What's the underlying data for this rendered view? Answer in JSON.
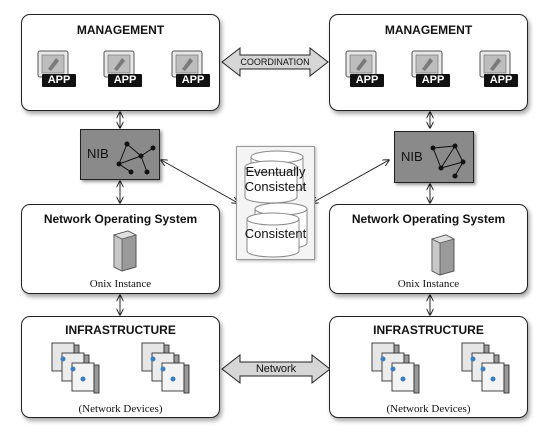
{
  "management": {
    "title": "MANAGEMENT",
    "app_label": "APP"
  },
  "coordination": {
    "label": "COORDINATION"
  },
  "nib": {
    "label": "NIB"
  },
  "database": {
    "top_label_line1": "Eventually",
    "top_label_line2": "Consistent",
    "bottom_label": "Consistent"
  },
  "nos": {
    "title": "Network Operating System",
    "instance_label": "Onix Instance"
  },
  "infrastructure": {
    "title": "INFRASTRUCTURE",
    "devices_label": "(Network Devices)"
  },
  "network": {
    "label": "Network"
  },
  "colors": {
    "nib_fill": "#8a8a8a",
    "arrow_fill": "#d6d6d6",
    "border": "#222222"
  },
  "icons": [
    "app-icon",
    "server-icon",
    "switch-icon",
    "graph-icon",
    "database-icon"
  ]
}
